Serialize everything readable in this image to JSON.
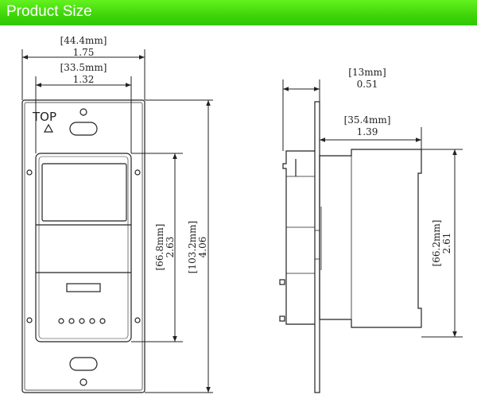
{
  "header": {
    "title": "Product Size"
  },
  "front_view": {
    "top_label": "TOP",
    "dims": {
      "overall_width_mm": "[44.4mm]",
      "overall_width_in": "1.75",
      "inner_width_mm": "[33.5mm]",
      "inner_width_in": "1.32",
      "inner_height_mm": "[66.8mm]",
      "inner_height_in": "2.63",
      "overall_height_mm": "[103.2mm]",
      "overall_height_in": "4.06"
    }
  },
  "side_view": {
    "dims": {
      "plate_depth_mm": "[13mm]",
      "plate_depth_in": "0.51",
      "body_depth_mm": "[35.4mm]",
      "body_depth_in": "1.39",
      "body_height_mm": "[66.2mm]",
      "body_height_in": "2.61"
    }
  },
  "colors": {
    "header_bg": "#3fd40a",
    "header_text": "#ffffff",
    "line": "#222222"
  }
}
